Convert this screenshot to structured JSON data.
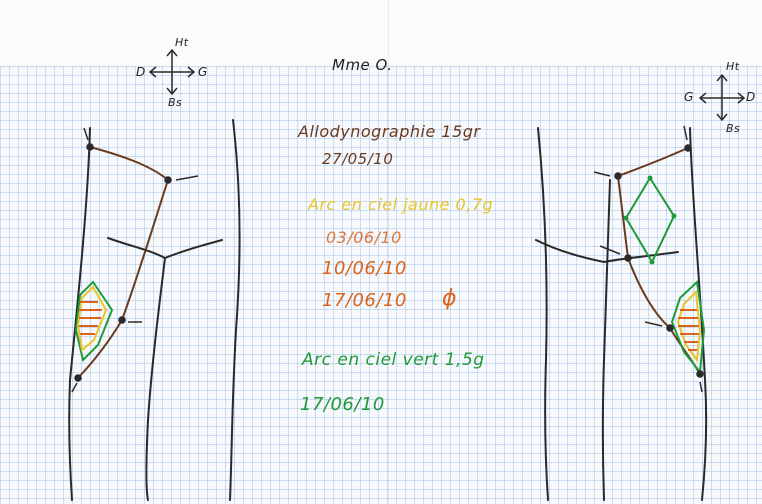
{
  "header": {
    "patient": "Mme O."
  },
  "compass_left": {
    "top": "Ht",
    "bottom": "Bs",
    "left": "D",
    "right": "G"
  },
  "compass_right": {
    "top": "Ht",
    "bottom": "Bs",
    "left": "G",
    "right": "D"
  },
  "notes": {
    "allodynography": "Allodynographie 15gr",
    "allodynography_date": "27/05/10",
    "yellow_title": "Arc en ciel jaune 0,7g",
    "yellow_dates": [
      "03/06/10",
      "10/06/10",
      "17/06/10"
    ],
    "absent_symbol": "ϕ",
    "green_title": "Arc en ciel vert 1,5g",
    "green_date": "17/06/10"
  },
  "colors": {
    "brown": "#6b3a1e",
    "yellow": "#e8c52a",
    "orange": "#d9641c",
    "green": "#1f9a3a",
    "body_outline": "#2a2a2a"
  }
}
